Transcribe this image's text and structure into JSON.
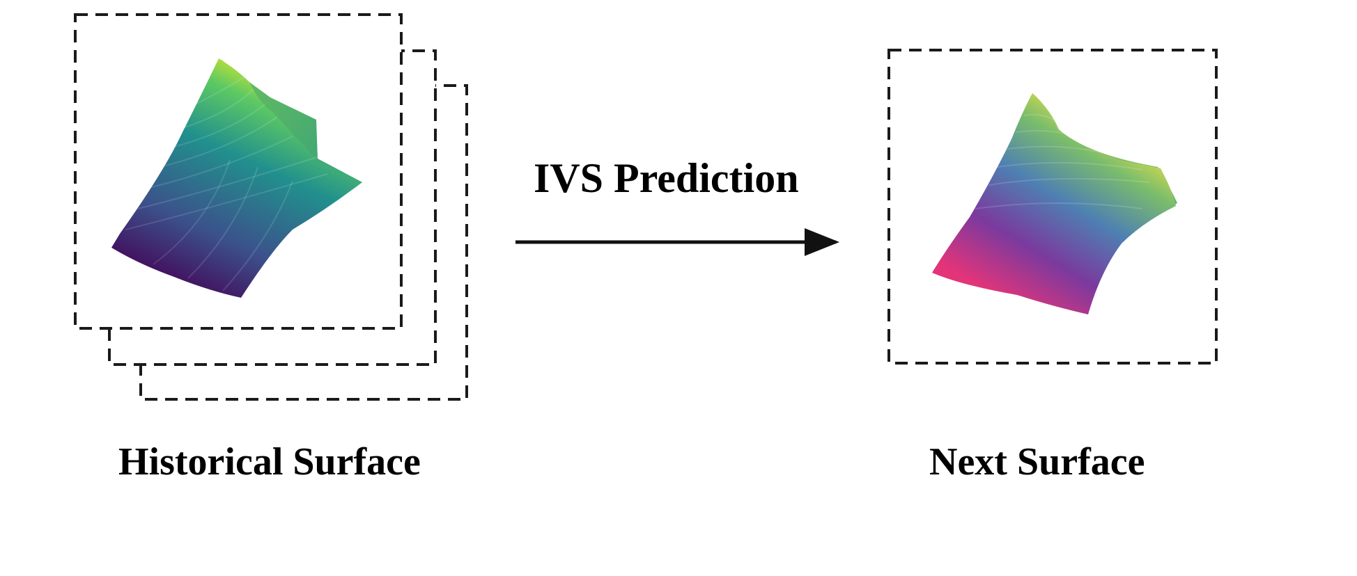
{
  "historical": {
    "label": "Historical Surface"
  },
  "next": {
    "label": "Next Surface"
  },
  "arrow": {
    "label": "IVS Prediction"
  },
  "colors": {
    "frame": "#1a1a1a",
    "viridis": [
      "#440154",
      "#3b528b",
      "#21908d",
      "#5dc963",
      "#fde725"
    ],
    "plasma_like": [
      "#d6336c",
      "#6a3d9a",
      "#4d7fb0",
      "#6fb36a",
      "#e6e24a"
    ]
  }
}
